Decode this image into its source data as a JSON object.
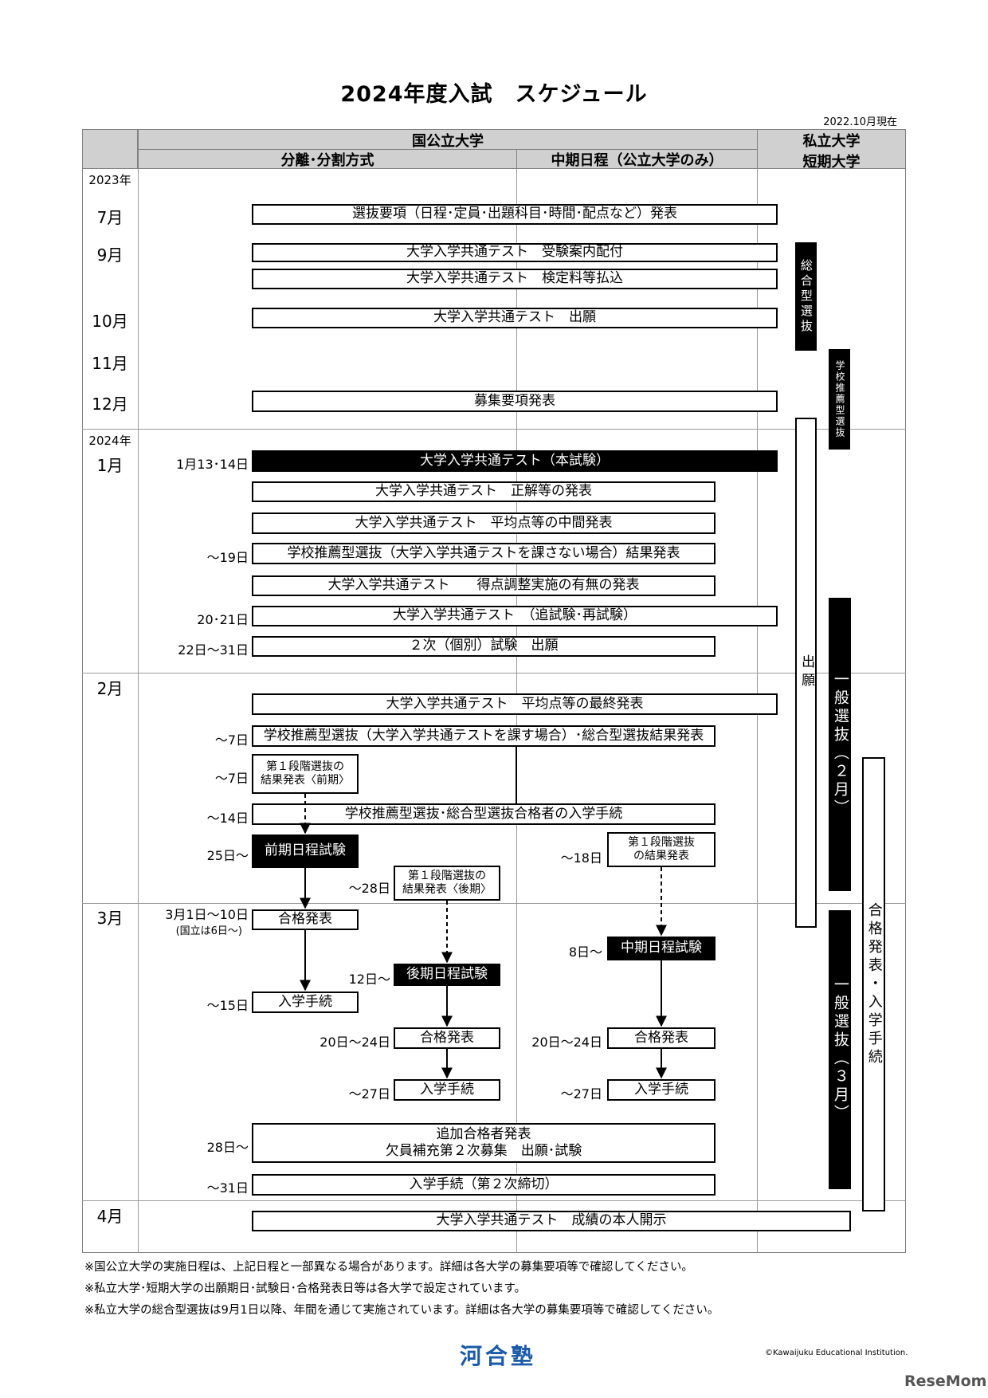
{
  "title": "2024年度入試　スケジュール",
  "as_of": "2022.10月現在",
  "header": {
    "national": "国公立大学",
    "bunri": "分離･分割方式",
    "chuki": "中期日程（公立大学のみ）",
    "private_line1": "私立大学",
    "private_line2": "短期大学"
  },
  "rows": {
    "y2023": "2023年",
    "jul": "7月",
    "sep": "9月",
    "oct": "10月",
    "nov": "11月",
    "dec": "12月",
    "y2024": "2024年",
    "jan": "1月",
    "feb": "2月",
    "mar": "3月",
    "apr": "4月"
  },
  "events": {
    "senbatsu_yoko": "選抜要項（日程･定員･出題科目･時間･配点など）発表",
    "juken_annai": "大学入学共通テスト　受験案内配付",
    "kenteiryo": "大学入学共通テスト　検定料等払込",
    "shutsugan": "大学入学共通テスト　出願",
    "boshu_yoko": "募集要項発表",
    "honshiken": "大学入学共通テスト（本試験）",
    "honshiken_date": "1月13･14日",
    "seikai": "大学入学共通テスト　正解等の発表",
    "chukan": "大学入学共通テスト　平均点等の中間発表",
    "suisen_kekka1": "学校推薦型選抜（大学入学共通テストを課さない場合）結果発表",
    "suisen_kekka1_date": "～19日",
    "tokuten": "大学入学共通テスト　　得点調整実施の有無の発表",
    "tsuishi": "大学入学共通テスト　（追試験･再試験）",
    "tsuishi_date": "20･21日",
    "niji": "２次（個別）試験　出願",
    "niji_date": "22日～31日",
    "saishu": "大学入学共通テスト　平均点等の最終発表",
    "suisen_kekka2": "学校推薦型選抜（大学入学共通テストを課す場合）･総合型選抜結果発表",
    "suisen_kekka2_date": "～7日",
    "dai1_zenki_l1": "第１段階選抜の",
    "dai1_zenki_l2": "結果発表〈前期〉",
    "dai1_zenki_date": "～7日",
    "nyugaku_suisen": "学校推薦型選抜･総合型選抜合格者の入学手続",
    "nyugaku_suisen_date": "～14日",
    "zenki": "前期日程試験",
    "zenki_date": "25日～",
    "dai1_chuki_l1": "第１段階選抜",
    "dai1_chuki_l2": "の結果発表",
    "dai1_chuki_date": "～18日",
    "dai1_koki_l1": "第１段階選抜の",
    "dai1_koki_l2": "結果発表〈後期〉",
    "dai1_koki_date": "～28日",
    "zenki_gokaku": "合格発表",
    "zenki_gokaku_date": "3月1日～10日",
    "zenki_gokaku_note": "(国立は6日～)",
    "koki": "後期日程試験",
    "koki_date": "12日～",
    "chuki": "中期日程試験",
    "chuki_date": "8日～",
    "zenki_tetsuzuki": "入学手続",
    "zenki_tetsuzuki_date": "～15日",
    "koki_gokaku": "合格発表",
    "koki_gokaku_date": "20日～24日",
    "chuki_gokaku": "合格発表",
    "chuki_gokaku_date": "20日～24日",
    "koki_tetsuzuki": "入学手続",
    "koki_tetsuzuki_date": "～27日",
    "chuki_tetsuzuki": "入学手続",
    "chuki_tetsuzuki_date": "～27日",
    "tsuika_l1": "追加合格者発表",
    "tsuika_l2": "欠員補充第２次募集　出願･試験",
    "tsuika_date": "28日～",
    "niji_shimekiri": "入学手続（第２次締切）",
    "niji_shimekiri_date": "～31日",
    "kaiji": "大学入学共通テスト　成績の本人開示"
  },
  "private": {
    "sogo": "総合型選抜",
    "suisen": "学校推薦型選抜",
    "shutsugan": "出願",
    "ippan_feb": "一般選抜（２月）",
    "ippan_mar": "一般選抜（３月）",
    "gokaku": "合格発表・入学手続"
  },
  "notes": [
    "※国公立大学の実施日程は、上記日程と一部異なる場合があります。詳細は各大学の募集要項等で確認してください。",
    "※私立大学･短期大学の出願期日･試験日･合格発表日等は各大学で設定されています。",
    "※私立大学の総合型選抜は9月1日以降、年間を通じて実施されています。詳細は各大学の募集要項等で確認してください。"
  ],
  "logo": "河合塾",
  "copyright": "©Kawaijuku Educational Institution.",
  "watermark": "ReseMom"
}
